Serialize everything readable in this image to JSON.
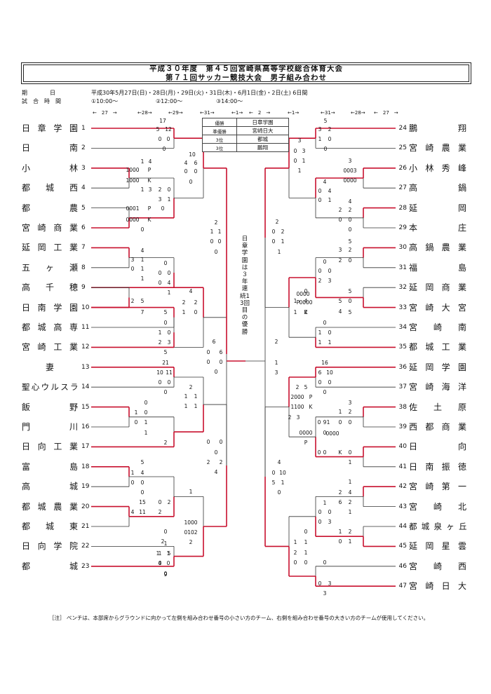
{
  "header": {
    "title_line1": "平成３０年度　第４５回宮崎県高等学校総合体育大会",
    "title_line2": "第７１回サッカー競技大会　男子組み合わせ"
  },
  "schedule": {
    "dates_label": "期　　　　日",
    "dates_value": "平成30年5月27日(日)・28日(月)・29日(火)・31日(木)・6月1日(金)・2日(土)  6日間",
    "times_label": "試　合　時　間",
    "time1": "①10:00～",
    "time2": "②12:00～",
    "time3": "③14:00～",
    "day_markers": [
      "←　27　→",
      "←28→",
      "←29→",
      "←31→",
      "←1→",
      "←　2　→",
      "←1→",
      "←31→",
      "←28→",
      "←　27　→"
    ]
  },
  "results": {
    "rows": [
      {
        "label": "優勝",
        "team": "日章学園"
      },
      {
        "label": "準優勝",
        "team": "宮崎日大"
      },
      {
        "label": "3位",
        "team": "都城"
      },
      {
        "label": "3位",
        "team": "鵬翔"
      }
    ]
  },
  "champion_note": "日章学園は３年連続13回目の優勝",
  "note": "［注］ ベンチは、本部席からグラウンドに向かって左側を組み合わせ番号の小さい方のチーム、右側を組み合わせ番号の大きい方のチームが使用してください。",
  "left_teams": [
    {
      "no": "1",
      "name": "日章学園"
    },
    {
      "no": "2",
      "name": "日南"
    },
    {
      "no": "3",
      "name": "小林"
    },
    {
      "no": "4",
      "name": "都城西"
    },
    {
      "no": "5",
      "name": "都農"
    },
    {
      "no": "6",
      "name": "宮崎商業"
    },
    {
      "no": "7",
      "name": "延岡工業"
    },
    {
      "no": "8",
      "name": "五ヶ瀬"
    },
    {
      "no": "9",
      "name": "高千穂"
    },
    {
      "no": "10",
      "name": "日南学園"
    },
    {
      "no": "11",
      "name": "都城高専"
    },
    {
      "no": "12",
      "name": "宮崎工業"
    },
    {
      "no": "13",
      "name": "妻"
    },
    {
      "no": "14",
      "name": "聖心ウルスラ"
    },
    {
      "no": "15",
      "name": "飯野"
    },
    {
      "no": "16",
      "name": "門川"
    },
    {
      "no": "17",
      "name": "日向工業"
    },
    {
      "no": "18",
      "name": "富島"
    },
    {
      "no": "19",
      "name": "高城"
    },
    {
      "no": "20",
      "name": "都城農業"
    },
    {
      "no": "21",
      "name": "都城東"
    },
    {
      "no": "22",
      "name": "日向学院"
    },
    {
      "no": "23",
      "name": "都城"
    }
  ],
  "right_teams": [
    {
      "no": "24",
      "name": "鵬翔"
    },
    {
      "no": "25",
      "name": "宮崎農業"
    },
    {
      "no": "26",
      "name": "小林秀峰"
    },
    {
      "no": "27",
      "name": "高鍋"
    },
    {
      "no": "28",
      "name": "延岡"
    },
    {
      "no": "29",
      "name": "本庄"
    },
    {
      "no": "30",
      "name": "高鍋農業"
    },
    {
      "no": "31",
      "name": "福島"
    },
    {
      "no": "32",
      "name": "延岡商業"
    },
    {
      "no": "33",
      "name": "宮崎大宮"
    },
    {
      "no": "34",
      "name": "宮崎南"
    },
    {
      "no": "35",
      "name": "都城工業"
    },
    {
      "no": "36",
      "name": "延岡学園"
    },
    {
      "no": "37",
      "name": "宮崎海洋"
    },
    {
      "no": "38",
      "name": "佐土原"
    },
    {
      "no": "39",
      "name": "西都商業"
    },
    {
      "no": "40",
      "name": "日向"
    },
    {
      "no": "41",
      "name": "日南振徳"
    },
    {
      "no": "42",
      "name": "宮崎第一"
    },
    {
      "no": "43",
      "name": "宮崎北"
    },
    {
      "no": "44",
      "name": "都城泉ヶ丘"
    },
    {
      "no": "45",
      "name": "延岡星雲"
    },
    {
      "no": "46",
      "name": "宮崎西"
    },
    {
      "no": "47",
      "name": "宮崎日大"
    }
  ],
  "scores": [
    "17",
    "5",
    "12",
    "0",
    "0",
    "0",
    "1",
    "4",
    "1000",
    "P",
    "1000",
    "K",
    "1",
    "3",
    "2",
    "0",
    "3",
    "1",
    "0",
    "0001",
    "P",
    "0000",
    "K",
    "0",
    "10",
    "4",
    "6",
    "0",
    "0",
    "0",
    "2",
    "1",
    "1",
    "0",
    "0",
    "0",
    "4",
    "3",
    "1",
    "0",
    "1",
    "1",
    "0",
    "0",
    "0",
    "0",
    "4",
    "1",
    "2",
    "5",
    "7",
    "5",
    "4",
    "2",
    "2",
    "1",
    "0",
    "0",
    "1",
    "0",
    "2",
    "3",
    "5",
    "6",
    "0",
    "6",
    "0",
    "0",
    "0",
    "21",
    "10",
    "11",
    "0",
    "0",
    "0",
    "2",
    "1",
    "1",
    "1",
    "1",
    "0",
    "1",
    "0",
    "0",
    "1",
    "1",
    "2",
    "0",
    "0",
    "0",
    "2",
    "2",
    "4",
    "5",
    "1",
    "4",
    "0",
    "0",
    "0",
    "15",
    "0",
    "2",
    "4",
    "11",
    "2",
    "0",
    "1",
    "1000",
    "0102",
    "2",
    "1",
    "1",
    "5",
    "4",
    "9",
    "2",
    "1",
    "1",
    "0",
    "0",
    "0",
    "5",
    "3",
    "2",
    "1",
    "0",
    "0",
    "3",
    "0",
    "3",
    "0",
    "1",
    "1",
    "3",
    "0003",
    "0000",
    "4",
    "0",
    "4",
    "0",
    "1",
    "4",
    "2",
    "2",
    "0",
    "0",
    "0",
    "2",
    "0",
    "2",
    "0",
    "1",
    "1",
    "5",
    "3",
    "2",
    "2",
    "0",
    "0",
    "0",
    "0",
    "2",
    "3",
    "0",
    "1",
    "4",
    "1",
    "2",
    "5",
    "5",
    "0",
    "4",
    "0000",
    "P",
    "0000",
    "K",
    "5",
    "0",
    "1",
    "0",
    "1",
    "1",
    "2",
    "1",
    "3",
    "16",
    "6",
    "10",
    "0",
    "0",
    "0",
    "2",
    "5",
    "2000",
    "P",
    "1100",
    "K",
    "2",
    "3",
    "3",
    "1",
    "2",
    "0",
    "0",
    "0",
    "9",
    "1",
    "0",
    "0000",
    "P",
    "0000",
    "K",
    "0",
    "0",
    "0",
    "1",
    "4",
    "0",
    "10",
    "5",
    "1",
    "0",
    "1",
    "2",
    "4",
    "6",
    "2",
    "1",
    "1",
    "0",
    "0",
    "0",
    "3",
    "1",
    "2",
    "0",
    "1",
    "0",
    "1",
    "1",
    "2",
    "1",
    "0",
    "0",
    "0",
    "0",
    "3",
    "3",
    "0",
    "1",
    "3",
    "4"
  ]
}
